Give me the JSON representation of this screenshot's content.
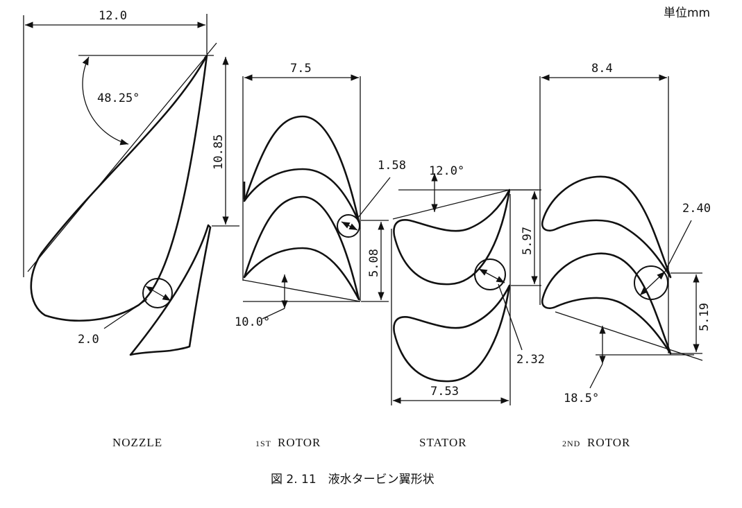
{
  "unit_label": "単位mm",
  "caption": "図 2. 11　液水タービン翼形状",
  "nozzle": {
    "name": "NOZZLE",
    "width": "12.0",
    "height": "10.85",
    "angle": "48.25°",
    "throat": "2.0"
  },
  "rotor1": {
    "name_small": "1ST",
    "name": "ROTOR",
    "width": "7.5",
    "throat": "1.58",
    "pitch": "5.08",
    "angle": "10.0°"
  },
  "stator": {
    "name": "STATOR",
    "width": "7.53",
    "pitch": "5.97",
    "throat": "2.32",
    "angle": "12.0°"
  },
  "rotor2": {
    "name_small": "2ND",
    "name": "ROTOR",
    "width": "8.4",
    "throat": "2.40",
    "pitch": "5.19",
    "angle": "18.5°"
  }
}
